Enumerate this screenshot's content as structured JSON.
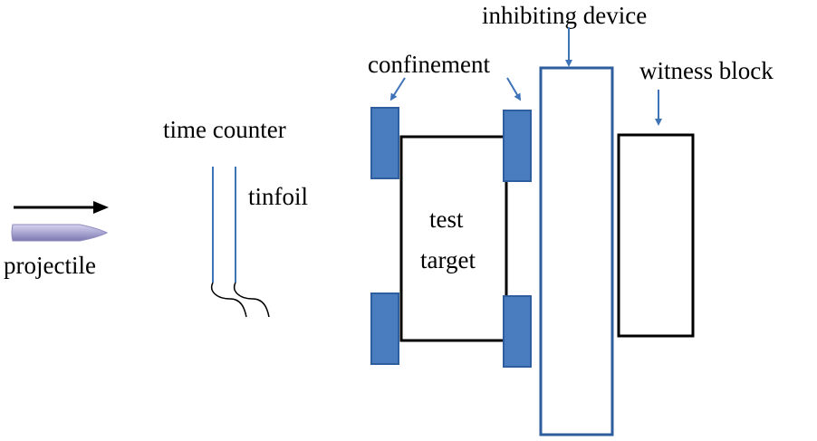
{
  "labels": {
    "projectile": "projectile",
    "time_counter": "time counter",
    "tinfoil": "tinfoil",
    "confinement": "confinement",
    "test_target_line1": "test",
    "test_target_line2": "target",
    "inhibiting_device": "inhibiting device",
    "witness_block": "witness block"
  },
  "colors": {
    "line": "#000000",
    "accent_blue": "#3f73b7",
    "confinement_fill": "#4a7cc0",
    "confinement_stroke": "#2e5e9e",
    "projectile_body": "#a8a6cf",
    "projectile_shade": "#7f7bb0"
  }
}
